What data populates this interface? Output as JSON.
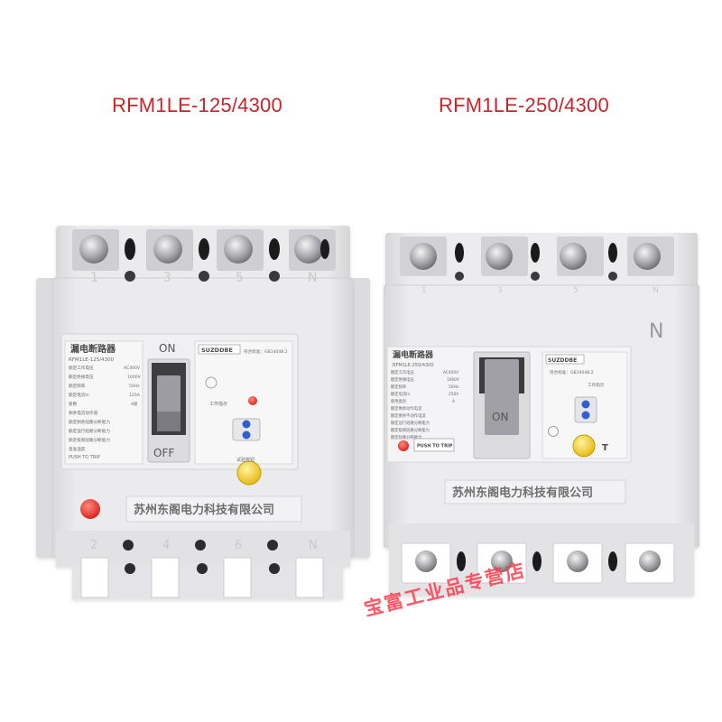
{
  "models": {
    "left": "RFM1LE-125/4300",
    "right": "RFM1LE-250/4300"
  },
  "left_breaker": {
    "panel_title": "漏电断路器",
    "brand_logo": "SUZDDBE",
    "model_line": "RFM1LE-125/4300",
    "std_label": "符合标准：GB14048.2",
    "work_indicator": "工作指示",
    "test_label": "试验按钮",
    "push_to_trip": "PUSH TO TRIP",
    "handle_on": "ON",
    "handle_off": "OFF",
    "company": "苏州东阁电力科技有限公司",
    "top_terminals": [
      "1",
      "3",
      "5",
      "N"
    ],
    "bottom_terminals": [
      "2",
      "4",
      "6",
      "N"
    ],
    "spec_rows": [
      "额定工作电压",
      "额定绝缘电压",
      "额定频率",
      "额定电流In",
      "极数",
      "剩余电流动作值",
      "额定剩余短路分断能力",
      "额定运行短路分断能力",
      "额定极限短路分断能力",
      "基准温度"
    ],
    "spec_values": [
      "AC400V",
      "1000V",
      "50Hz",
      "125A",
      "4极",
      "",
      "",
      "",
      "",
      ""
    ]
  },
  "right_breaker": {
    "panel_title": "漏电断路器",
    "brand_logo": "SUZDDBE",
    "model_line": "RFM1LE-250/4300",
    "std_label": "符合标准：GB14048.2",
    "work_indicator": "工作指示",
    "push_to_trip": "PUSH TO TRIP",
    "handle_on": "ON",
    "corner_n": "N",
    "corner_t": "T",
    "company": "苏州东阁电力科技有限公司",
    "top_terminals": [
      "1",
      "3",
      "5",
      "N"
    ],
    "spec_rows": [
      "额定工作电压",
      "额定绝缘电压",
      "额定频率",
      "额定电流In",
      "使用类别",
      "额定剩余动作电流",
      "额定剩余不动作电流",
      "额定运行短路分断能力",
      "额定极限短路分断能力",
      "额定短路分断能力"
    ],
    "spec_values": [
      "AC400V",
      "1000V",
      "50Hz",
      "250A",
      "A",
      "",
      "",
      "",
      "",
      ""
    ]
  },
  "watermark": "宝富工业品专营店",
  "colors": {
    "title_red": "#c8252a",
    "body_grey": "#e4e4e6",
    "test_yellow": "#f5d31c",
    "indicator_red": "#e8322d",
    "selector_blue": "#2f5fd0"
  }
}
